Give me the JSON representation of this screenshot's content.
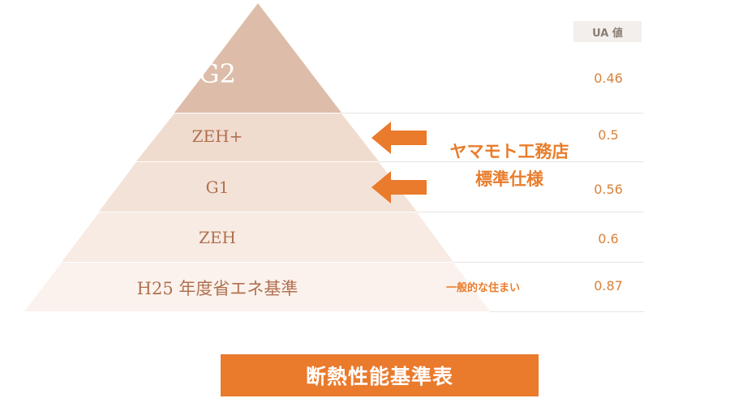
{
  "pyramid": {
    "tiers": [
      {
        "label": "G2"
      },
      {
        "label": "ZEH+"
      },
      {
        "label": "G1"
      },
      {
        "label": "ZEH"
      },
      {
        "label": "H25 年度省エネ基準"
      }
    ]
  },
  "ua": {
    "header": "UA 値",
    "values": [
      "0.46",
      "0.5",
      "0.56",
      "0.6",
      "0.87"
    ]
  },
  "annotations": {
    "company_standard_line1": "ヤマモト工務店",
    "company_standard_line2": "標準仕様",
    "general_home": "一般的な住まい"
  },
  "caption": "断熱性能基準表",
  "colors": {
    "accent": "#ea7a2c",
    "ua_text": "#d9823a",
    "tier_top": "#ddbda9",
    "tier_mid": "#f3e2d8",
    "tier_base": "#fbf2ed"
  }
}
